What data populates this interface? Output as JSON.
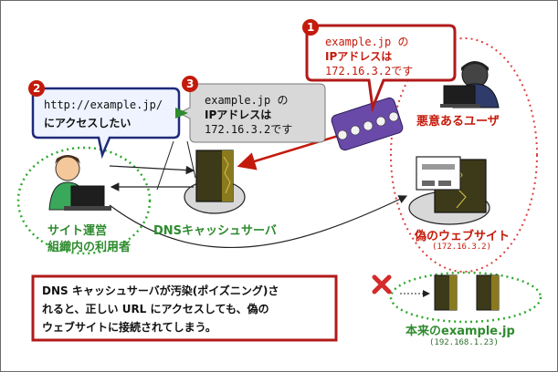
{
  "callout1": {
    "number": "1",
    "line1": "example.jp の",
    "line2": "IPアドレスは",
    "line3": "172.16.3.2です"
  },
  "callout2": {
    "number": "2",
    "line1": "http://example.jp/",
    "line2": "にアクセスしたい"
  },
  "callout3": {
    "number": "3",
    "line1": "example.jp の",
    "line2": "IPアドレスは",
    "line3": "172.16.3.2です"
  },
  "labels": {
    "malicious_user": "悪意あるユーザ",
    "site_operator_line1": "サイト運営",
    "site_operator_line2": "組織内の利用者",
    "dns_cache_server": "DNSキャッシュサーバ",
    "fake_website": "偽のウェブサイト",
    "fake_website_ip": "(172.16.3.2)",
    "real_site": "本来のexample.jp",
    "real_site_ip": "(192.168.1.23)"
  },
  "note": {
    "line1": "DNS キャッシュサーバが汚染(ポイズニング)さ",
    "line2": "れると、正しい URL にアクセスしても、偽の",
    "line3": "ウェブサイトに接続されてしまう。"
  },
  "poison_count": 5,
  "colors": {
    "red_border": "#b21a1a",
    "red_text": "#c41a0b",
    "green_dots": "#2eaa2e",
    "navy_border": "#1f2a7a",
    "gray_callout": "#d8d8d8",
    "purple_bead": "#6a4aa8"
  }
}
